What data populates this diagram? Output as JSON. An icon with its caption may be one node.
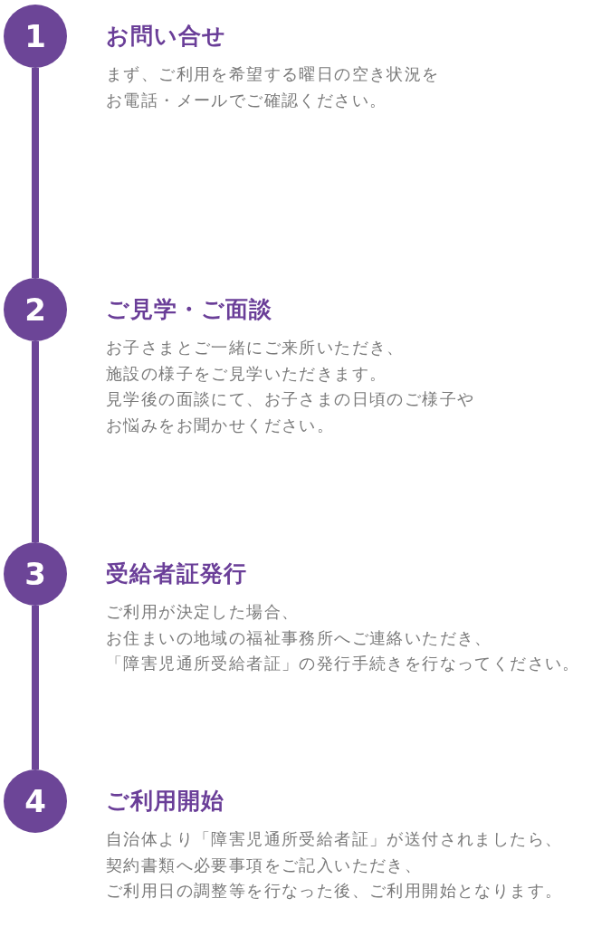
{
  "diagram": {
    "nodes": [
      {
        "text": [
          "1"
        ],
        "beside": [
          "お問い合せ",
          "まず、ご利用を希望する曜日の空き状況をお電話・メールでご確認ください。"
        ]
      },
      {
        "text": [
          "2"
        ],
        "beside": [
          "ご見学・ご面談",
          "お子さまとご一緒にご来所いただき、施設の様子をご見学いただきます。見学後の面談にて、お子さまの日頃のご様子やお悩みをお聞かせください。"
        ]
      },
      {
        "text": [
          "3"
        ],
        "beside": [
          "受給者証発行",
          "ご利用が決定した場合、お住まいの地域の福祉事務所へご連絡いただき、「障害児通所受給者証」の発行手続きを行なってください。"
        ]
      },
      {
        "text": [
          "4"
        ],
        "beside": [
          "ご利用開始",
          "自治体より「障害児通所受給者証」が送付されましたら、契約書類へ必要事項をご記入いただき、ご利用日の調整等を行なった後、ご利用開始となります。"
        ]
      }
    ],
    "edges": [
      {
        "from": 0,
        "to": 1,
        "arrow": "none"
      },
      {
        "from": 1,
        "to": 2,
        "arrow": "none"
      },
      {
        "from": 2,
        "to": 3,
        "arrow": "none"
      }
    ]
  }
}
